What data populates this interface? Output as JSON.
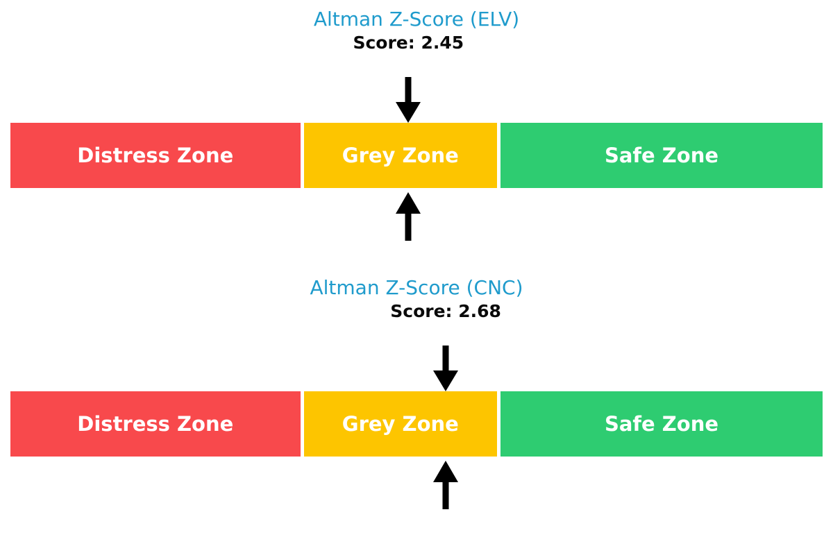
{
  "scale": {
    "min": 0,
    "max": 5
  },
  "colors": {
    "background": "#ffffff",
    "title": "#1F9BCC",
    "score_text": "#0a0a0a",
    "zone_label": "#ffffff",
    "arrow": "#000000",
    "distress": "#F8494C",
    "grey": "#FDC500",
    "safe": "#2ECC71"
  },
  "chart_data": [
    {
      "type": "zone-indicator",
      "title": "Altman Z-Score (ELV)",
      "score": 2.45,
      "score_label": "Score: 2.45",
      "xlim": [
        0,
        5
      ],
      "zones": [
        {
          "label": "Distress Zone",
          "range": [
            0,
            1.8
          ],
          "color": "#F8494C"
        },
        {
          "label": "Grey Zone",
          "range": [
            1.8,
            3.0
          ],
          "color": "#FDC500"
        },
        {
          "label": "Safe Zone",
          "range": [
            3.0,
            5.0
          ],
          "color": "#2ECC71"
        }
      ]
    },
    {
      "type": "zone-indicator",
      "title": "Altman Z-Score (CNC)",
      "score": 2.68,
      "score_label": "Score: 2.68",
      "xlim": [
        0,
        5
      ],
      "zones": [
        {
          "label": "Distress Zone",
          "range": [
            0,
            1.8
          ],
          "color": "#F8494C"
        },
        {
          "label": "Grey Zone",
          "range": [
            1.8,
            3.0
          ],
          "color": "#FDC500"
        },
        {
          "label": "Safe Zone",
          "range": [
            3.0,
            5.0
          ],
          "color": "#2ECC71"
        }
      ]
    }
  ]
}
